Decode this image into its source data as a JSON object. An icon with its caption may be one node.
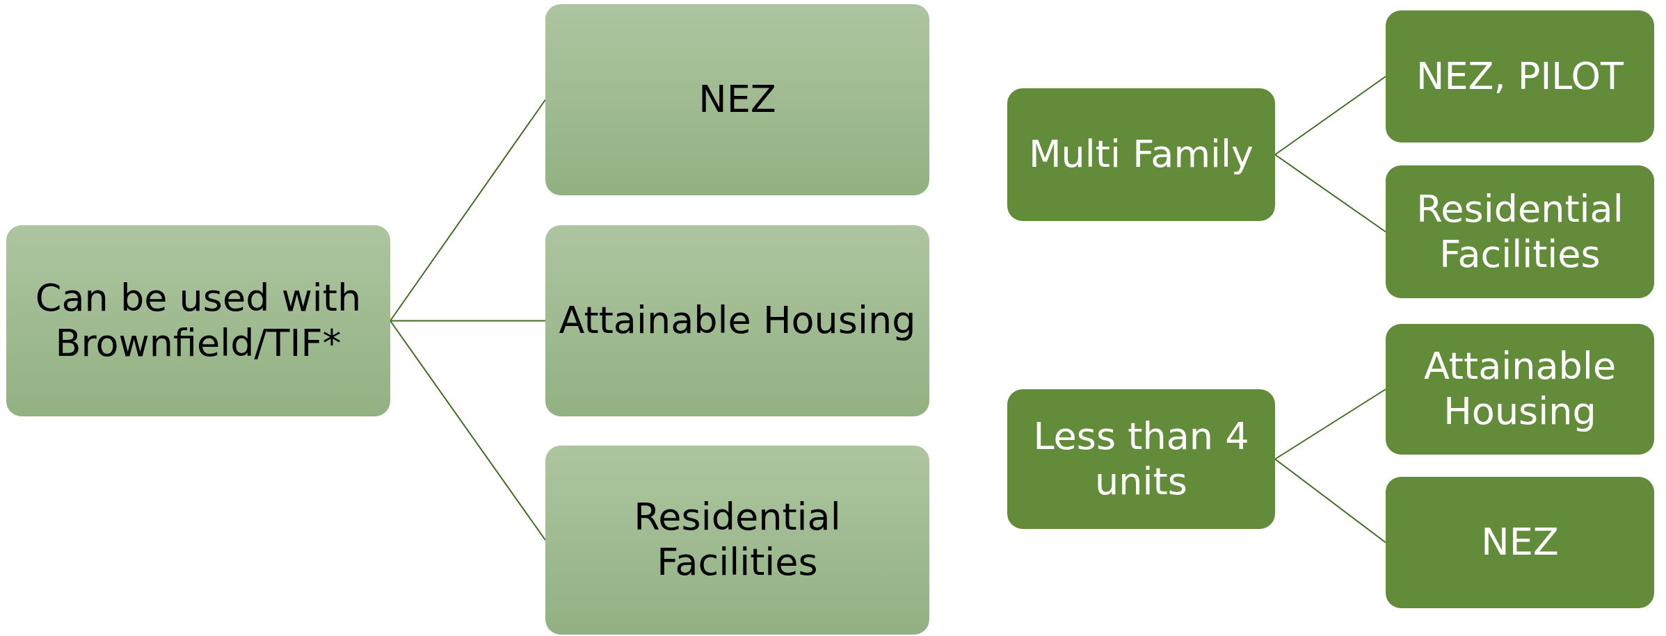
{
  "diagram": {
    "nodes": [
      {
        "text": [
          "Can be used with Brownfield/TIF*"
        ]
      },
      {
        "text": [
          "NEZ"
        ]
      },
      {
        "text": [
          "Attainable Housing"
        ]
      },
      {
        "text": [
          "Residential Facilities"
        ]
      },
      {
        "text": [
          "Multi Family"
        ]
      },
      {
        "text": [
          "NEZ, PILOT"
        ]
      },
      {
        "text": [
          "Residential Facilities"
        ]
      },
      {
        "text": [
          "Less than 4 units"
        ]
      },
      {
        "text": [
          "Attainable Housing"
        ]
      },
      {
        "text": [
          "NEZ"
        ]
      }
    ],
    "edges": [
      {
        "from": 0,
        "to": 1,
        "arrow": "none"
      },
      {
        "from": 0,
        "to": 2,
        "arrow": "none"
      },
      {
        "from": 0,
        "to": 3,
        "arrow": "none"
      },
      {
        "from": 4,
        "to": 5,
        "arrow": "none"
      },
      {
        "from": 4,
        "to": 6,
        "arrow": "none"
      },
      {
        "from": 7,
        "to": 8,
        "arrow": "none"
      },
      {
        "from": 7,
        "to": 9,
        "arrow": "none"
      }
    ]
  }
}
